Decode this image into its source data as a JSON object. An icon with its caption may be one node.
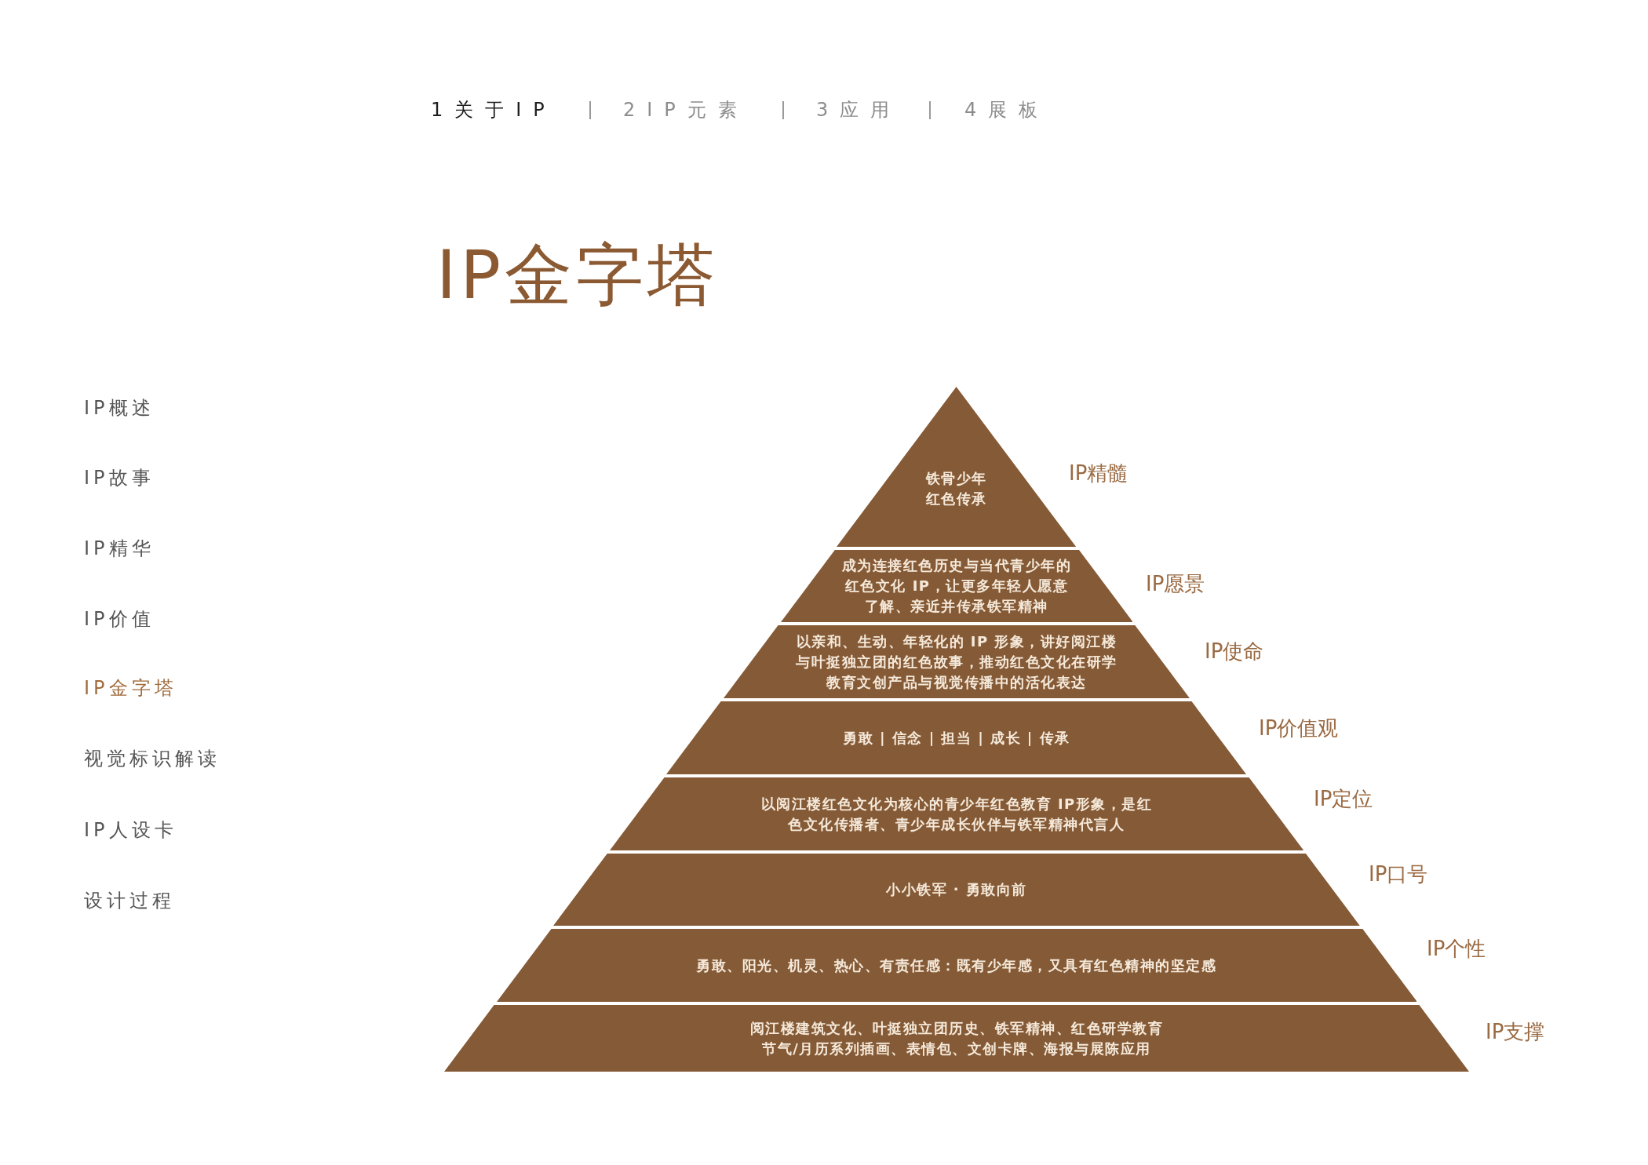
{
  "diagram": {
    "title": "IP金字塔",
    "nodes": [
      {
        "text": [
          "铁骨少年红色传承"
        ],
        "beside": [
          "IP精髓"
        ]
      },
      {
        "text": [
          "成为连接红色历史与当代青少年的红色文化 IP，让更多年轻人愿意了解、亲近并传承铁军精神"
        ],
        "beside": [
          "IP愿景"
        ]
      },
      {
        "text": [
          "以亲和、生动、年轻化的 IP 形象，讲好阅江楼与叶挺独立团的红色故事，推动红色文化在研学教育文创产品与视觉传播中的活化表达"
        ],
        "beside": [
          "IP使命"
        ]
      },
      {
        "text": [
          "勇敢 | 信念 | 担当 | 成长 | 传承"
        ],
        "beside": [
          "IP价值观"
        ]
      },
      {
        "text": [
          "以阅江楼红色文化为核心的青少年红色教育 IP形象，是红色文化传播者、青少年成长伙伴与铁军精神代言人"
        ],
        "beside": [
          "IP定位"
        ]
      },
      {
        "text": [
          "小小铁军 · 勇敢向前"
        ],
        "beside": [
          "IP口号"
        ]
      },
      {
        "text": [
          "勇敢、阳光、机灵、热心、有责任感：既有少年感，又具有红色精神的坚定感"
        ],
        "beside": [
          "IP个性"
        ]
      },
      {
        "text": [
          "阅江楼建筑文化、叶挺独立团历史、铁军精神、红色研学教育节气/月历系列插画、表情包、文创卡牌、海报与展陈应用"
        ],
        "beside": [
          "IP支撑"
        ]
      }
    ],
    "labels": [
      "1关于IP",
      "2IP元素",
      "3应用",
      "4展板",
      "IP概述",
      "IP故事",
      "IP精华",
      "IP价值",
      "IP金字塔",
      "视觉标识解读",
      "IP人设卡",
      "设计过程"
    ]
  }
}
